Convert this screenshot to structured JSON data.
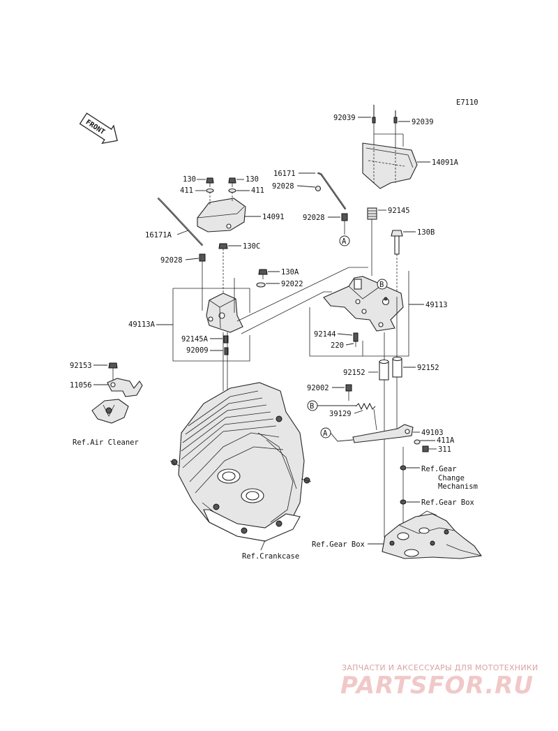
{
  "diagram_code": "E7110",
  "front_arrow_label": "FRONT",
  "labels": {
    "l92039a": "92039",
    "l92039b": "92039",
    "l14091A": "14091A",
    "l16171": "16171",
    "l92028a": "92028",
    "l92028b": "92028",
    "l92028c": "92028",
    "l130a": "130",
    "l130b": "130",
    "l411a": "411",
    "l411b": "411",
    "l14091": "14091",
    "l16171A": "16171A",
    "l130C": "130C",
    "l92145": "92145",
    "l130B": "130B",
    "l130A": "130A",
    "l92022": "92022",
    "l49113": "49113",
    "l49113A": "49113A",
    "l92145A": "92145A",
    "l92009": "92009",
    "l92144": "92144",
    "l220": "220",
    "l92152a": "92152",
    "l92152b": "92152",
    "l92153": "92153",
    "l11056": "11056",
    "lRefAir": "Ref.Air Cleaner",
    "l92002": "92002",
    "l39129": "39129",
    "l49103": "49103",
    "l411A": "411A",
    "l311": "311",
    "lRefGearChange1": "Ref.Gear",
    "lRefGearChange2": "Change",
    "lRefGearChange3": "Mechanism",
    "lRefGearBox1": "Ref.Gear Box",
    "lRefGearBox2": "Ref.Gear Box",
    "lRefCrank": "Ref.Crankcase"
  },
  "callouts": {
    "a1": "A",
    "a2": "A",
    "b1": "B",
    "b2": "B"
  },
  "watermark": {
    "subtitle": "ЗАПЧАСТИ И АКСЕССУАРЫ ДЛЯ МОТОТЕХНИКИ",
    "brand": "PARTSFOR.RU"
  }
}
